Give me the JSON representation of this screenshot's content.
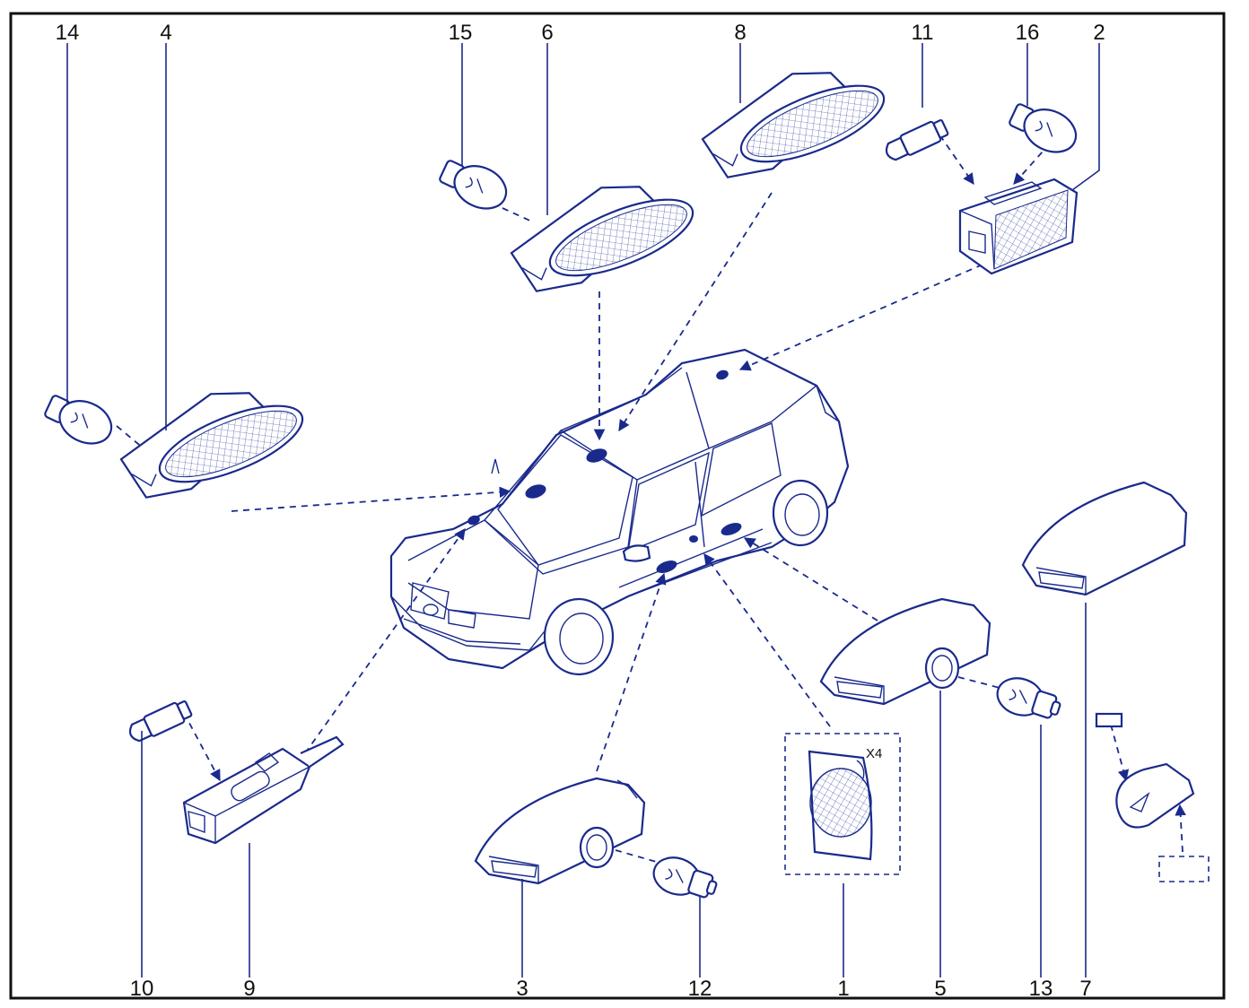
{
  "diagram": {
    "callouts": [
      {
        "id": "c14",
        "text": "14"
      },
      {
        "id": "c4",
        "text": "4"
      },
      {
        "id": "c15",
        "text": "15"
      },
      {
        "id": "c6",
        "text": "6"
      },
      {
        "id": "c8",
        "text": "8"
      },
      {
        "id": "c11",
        "text": "11"
      },
      {
        "id": "c16",
        "text": "16"
      },
      {
        "id": "c2",
        "text": "2"
      },
      {
        "id": "c10",
        "text": "10"
      },
      {
        "id": "c9",
        "text": "9"
      },
      {
        "id": "c3",
        "text": "3"
      },
      {
        "id": "c12",
        "text": "12"
      },
      {
        "id": "c1",
        "text": "1"
      },
      {
        "id": "c5",
        "text": "5"
      },
      {
        "id": "c13",
        "text": "13"
      },
      {
        "id": "c7",
        "text": "7"
      }
    ],
    "quantity_note": "X4"
  },
  "colors": {
    "line": "#1a2a8c",
    "frame": "#111111",
    "background": "#ffffff"
  }
}
